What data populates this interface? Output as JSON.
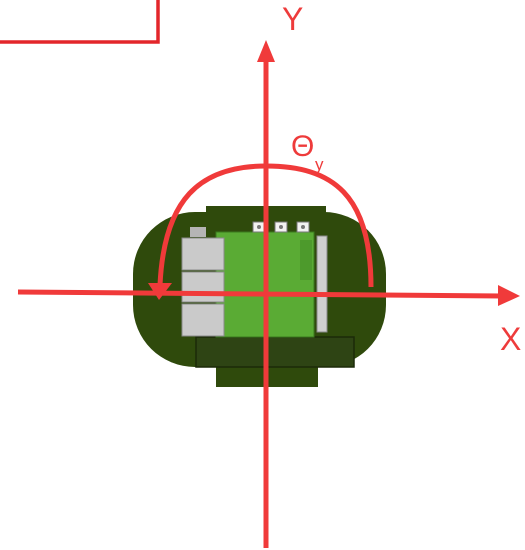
{
  "labels": {
    "y_axis": "Y",
    "x_axis": "X",
    "theta": "Θ",
    "theta_subscript": "y"
  },
  "colors": {
    "axis_red": "#f03a3a",
    "box_red": "#e3262b",
    "robot_body": "#2f4a0c",
    "board_green": "#59a832",
    "port_grey": "#c9c9c9"
  }
}
